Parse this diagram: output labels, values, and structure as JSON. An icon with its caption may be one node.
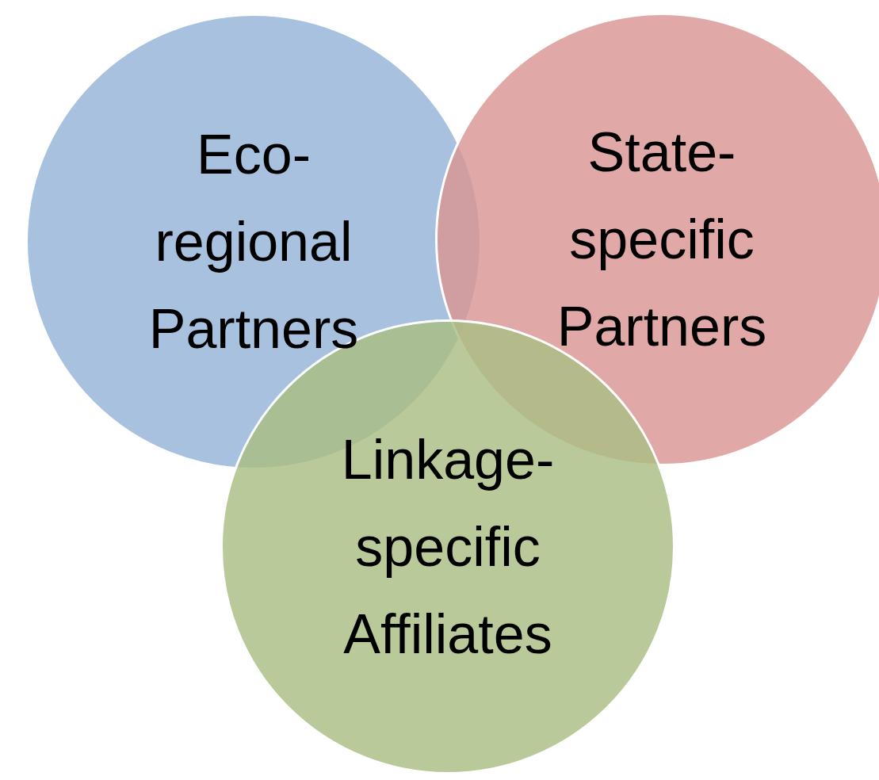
{
  "diagram": {
    "nodes": [
      {
        "text": [
          "Eco-regional Partners"
        ]
      },
      {
        "text": [
          "State-specific Partners"
        ]
      },
      {
        "text": [
          "Linkage-specific Affiliates"
        ]
      }
    ]
  }
}
